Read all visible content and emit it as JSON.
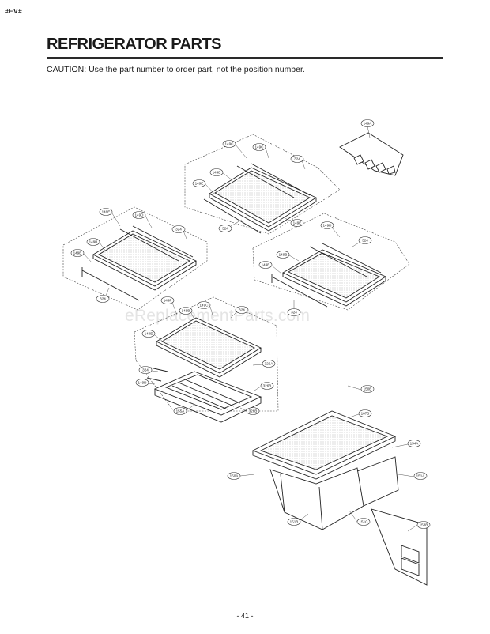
{
  "header": {
    "model_code": "#EV#",
    "title": "REFRIGERATOR PARTS",
    "caution": "CAUTION: Use the part number to order part, not the position number."
  },
  "diagram": {
    "watermark": "eReplacementParts.com",
    "callouts": {
      "a": "149A",
      "b": "149C",
      "c": "149C",
      "d": "149B",
      "e": "149E",
      "f": "324",
      "g": "324",
      "h": "149E",
      "i": "149D",
      "j": "324",
      "k": "149B",
      "l": "149E",
      "m": "324",
      "n": "149E",
      "o": "149D",
      "p": "324",
      "q": "149B",
      "r": "149E",
      "s": "324",
      "t": "149F",
      "u": "149B",
      "v": "149C",
      "w": "324",
      "x": "149E",
      "y": "324",
      "z": "149D",
      "aa": "326A",
      "ab": "326B",
      "ac": "155A",
      "ad": "326B",
      "ae": "150B",
      "af": "167B",
      "ag": "154A",
      "ah": "151A",
      "ai": "150A",
      "aj": "151B",
      "ak": "151C",
      "al": "158B"
    }
  },
  "footer": {
    "page_number": "- 41 -"
  }
}
